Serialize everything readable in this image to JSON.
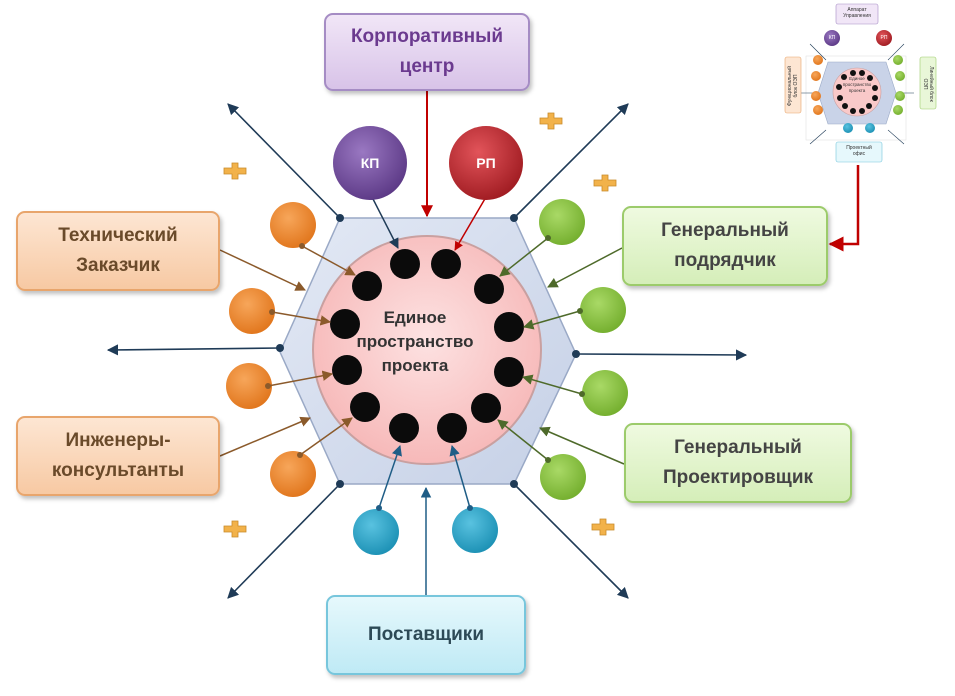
{
  "boxes": {
    "corporate_center": "Корпоративный\nцентр",
    "technical_customer": "Технический\nЗаказчик",
    "engineers_consultants": "Инженеры-\nконсультанты",
    "general_contractor": "Генеральный\nподрядчик",
    "general_designer": "Генеральный\nПроектировщик",
    "suppliers": "Поставщики"
  },
  "center": {
    "label": "Единое\nпространство\nпроекта"
  },
  "circles": {
    "kp": "КП",
    "rp": "РП"
  },
  "colors": {
    "corporate": "#d8c3e8",
    "orange": "#f08a2c",
    "green": "#8cc43f",
    "blue": "#2aa6c9",
    "purple": "#6e4a9a",
    "red": "#c0272d",
    "center_fill": "#f9c9c9",
    "hexagon": "#d6dff0",
    "arrow_red": "#c00000"
  },
  "thumbnail": {
    "top": "Аппарат\nУправления",
    "left": "Функциональный\nблок ОЭП",
    "right": "Линейный блок\nОЭП",
    "center": "Единое\nпространство\nпроекта",
    "bottom": "Проектный\nофис",
    "kp": "КП",
    "rp": "РП"
  }
}
